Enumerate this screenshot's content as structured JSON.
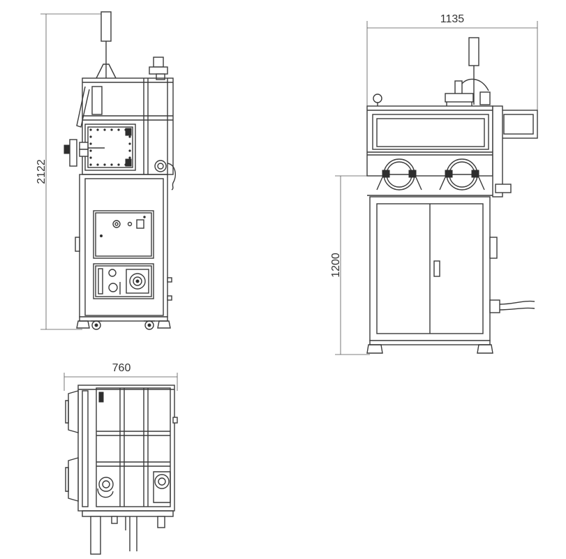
{
  "dimensions": {
    "side_height": "2122",
    "front_width": "1135",
    "front_height": "1200",
    "top_width": "760"
  },
  "colors": {
    "line": "#3a3a3a",
    "background": "#ffffff"
  }
}
